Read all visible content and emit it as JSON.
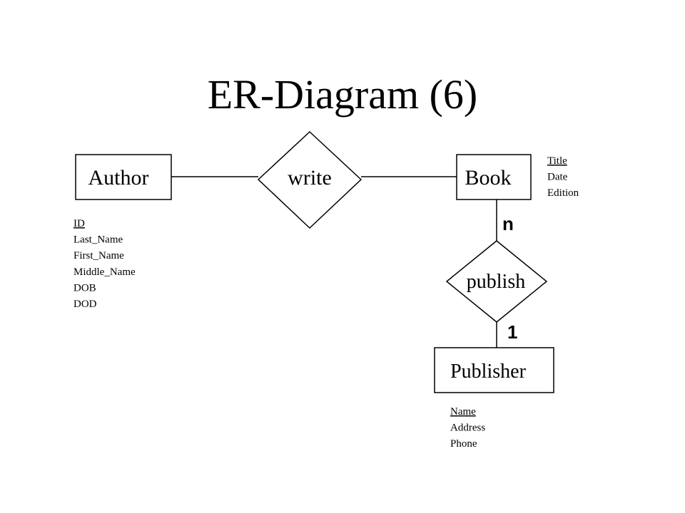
{
  "title": "ER-Diagram (6)",
  "entities": {
    "author": {
      "label": "Author",
      "attributes": [
        {
          "text": "ID",
          "key": true
        },
        {
          "text": "Last_Name",
          "key": false
        },
        {
          "text": "First_Name",
          "key": false
        },
        {
          "text": "Middle_Name",
          "key": false
        },
        {
          "text": "DOB",
          "key": false
        },
        {
          "text": "DOD",
          "key": false
        }
      ]
    },
    "book": {
      "label": "Book",
      "attributes": [
        {
          "text": "Title",
          "key": true
        },
        {
          "text": "Date",
          "key": false
        },
        {
          "text": "Edition",
          "key": false
        }
      ]
    },
    "publisher": {
      "label": "Publisher",
      "attributes": [
        {
          "text": "Name",
          "key": true
        },
        {
          "text": "Address",
          "key": false
        },
        {
          "text": "Phone",
          "key": false
        }
      ]
    }
  },
  "relationships": {
    "write": {
      "label": "write"
    },
    "publish": {
      "label": "publish"
    }
  },
  "cardinalities": {
    "book_side": "n",
    "publisher_side": "1"
  },
  "colors": {
    "stroke": "#000000",
    "background": "#ffffff",
    "text": "#000000"
  }
}
